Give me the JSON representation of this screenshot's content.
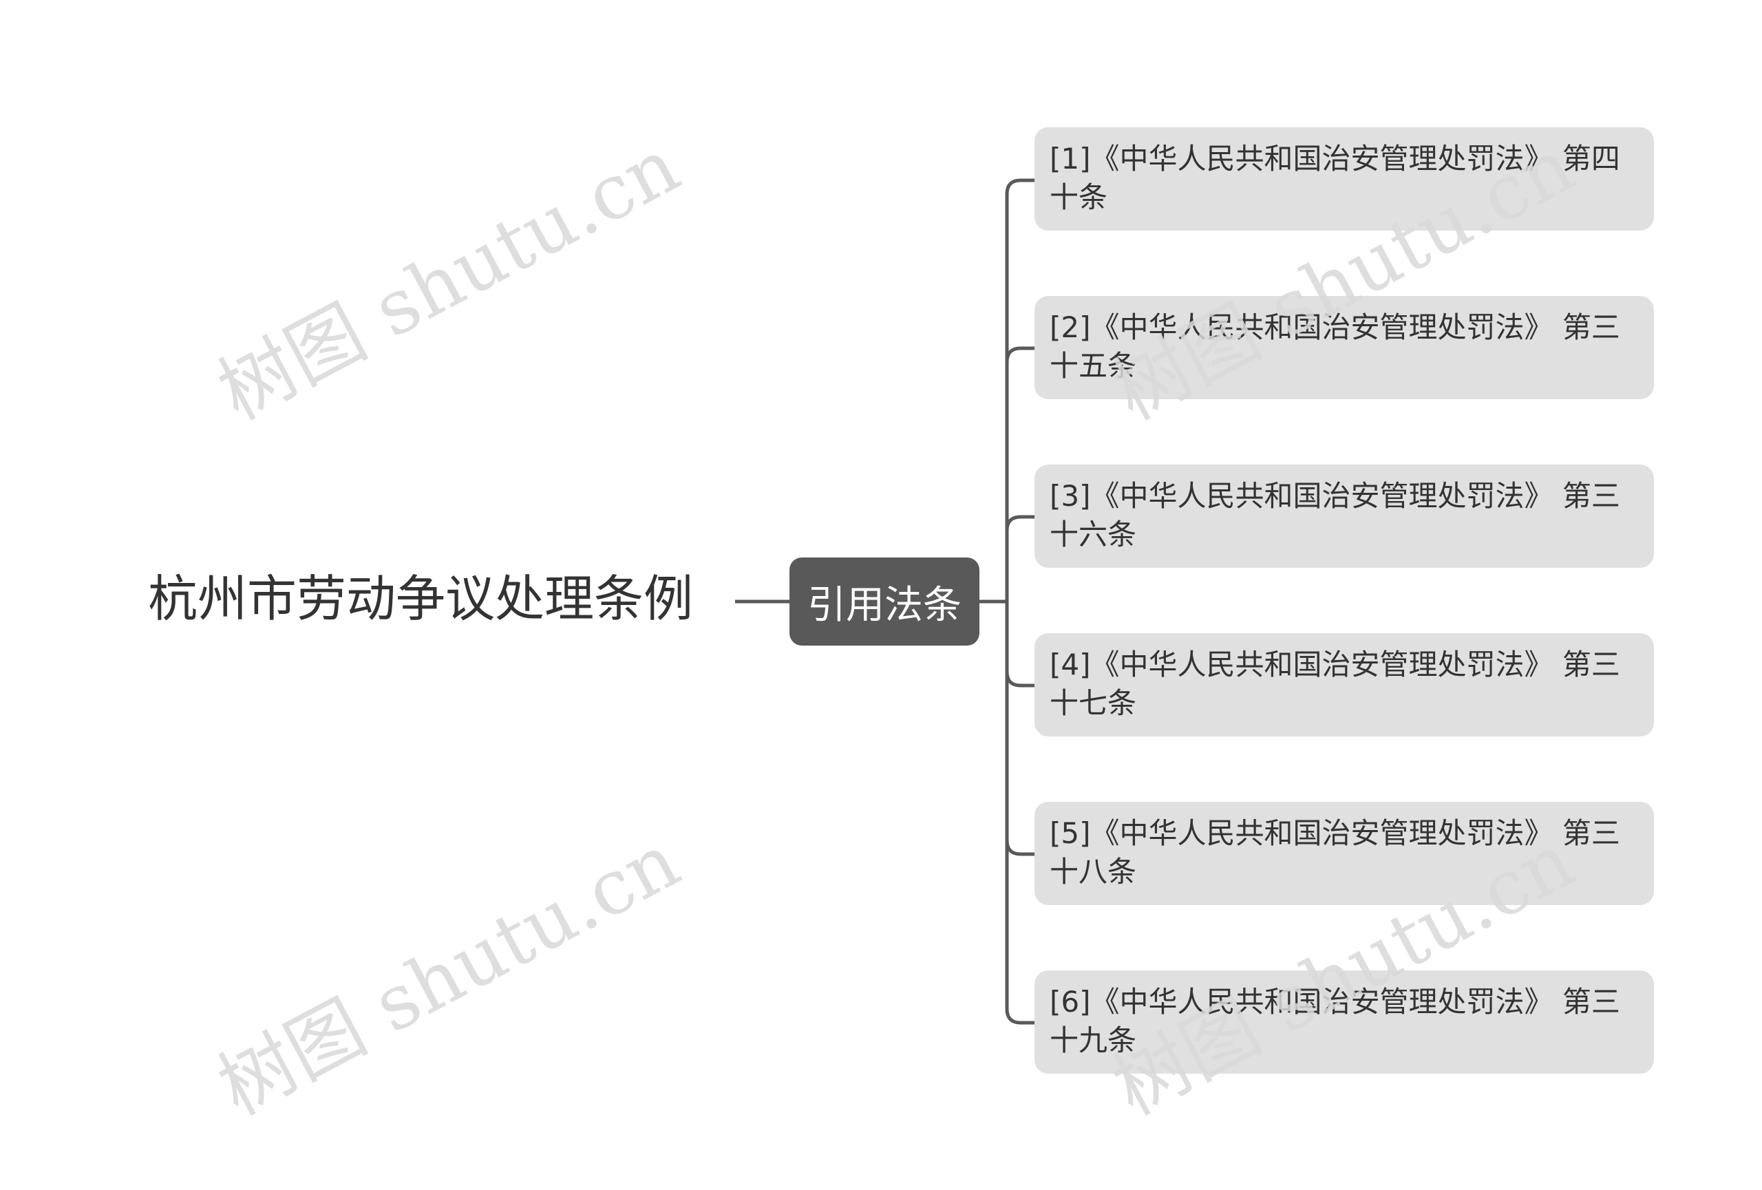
{
  "mindmap": {
    "root": {
      "label": "杭州市劳动争议处理条例"
    },
    "branch": {
      "label": "引用法条"
    },
    "leaves": [
      {
        "line1": "[1]《中华人民共和国治安管理处罚法》 第四",
        "line2": "十条"
      },
      {
        "line1": "[2]《中华人民共和国治安管理处罚法》 第三",
        "line2": "十五条"
      },
      {
        "line1": "[3]《中华人民共和国治安管理处罚法》 第三",
        "line2": "十六条"
      },
      {
        "line1": "[4]《中华人民共和国治安管理处罚法》 第三",
        "line2": "十七条"
      },
      {
        "line1": "[5]《中华人民共和国治安管理处罚法》 第三",
        "line2": "十八条"
      },
      {
        "line1": "[6]《中华人民共和国治安管理处罚法》 第三",
        "line2": "十九条"
      }
    ]
  },
  "watermark": {
    "text": "树图 shutu.cn"
  },
  "colors": {
    "connector": "#595959",
    "branch_fill": "#595959",
    "leaf_fill": "#e0e0e0",
    "text": "#333333"
  }
}
